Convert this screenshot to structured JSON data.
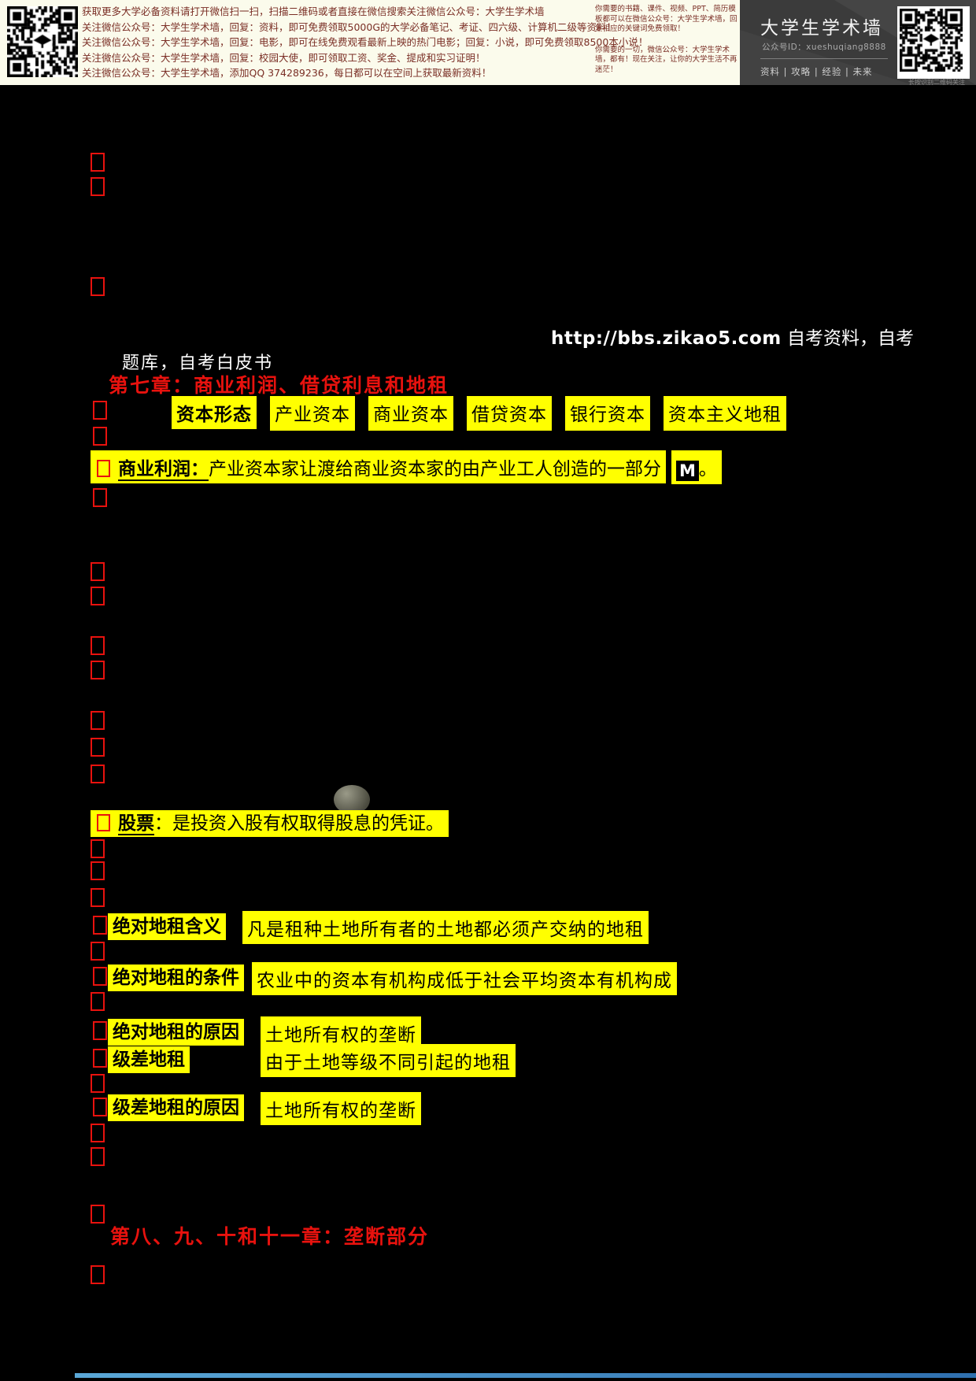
{
  "header": {
    "promo_lines": [
      "获取更多大学必备资料请打开微信扫一扫，扫描二维码或者直接在微信搜索关注微信公众号：大学生学术墙",
      "关注微信公众号：大学生学术墙，回复：资料，即可免费领取5000G的大学必备笔记、考证、四六级、计算机二级等资料！",
      "关注微信公众号：大学生学术墙，回复：电影，即可在线免费观看最新上映的热门电影；回复：小说，即可免费领取8500本小说！",
      "关注微信公众号：大学生学术墙，回复：校园大使，即可领取工资、奖金、提成和实习证明！",
      "关注微信公众号：大学生学术墙，添加QQ 374289236，每日都可以在空间上获取最新资料！"
    ],
    "side_note_top": "你需要的书籍、课件、视频、PPT、简历模板都可以在微信公众号：大学生学术墙，回复相应的关键词免费领取！",
    "side_note_bottom": "你需要的一切，微信公众号：大学生学术墙，都有！现在关注，让你的大学生活不再迷茫！",
    "card": {
      "title": "大学生学术墙",
      "account_id": "公众号ID：xueshuqiang8888",
      "tags": "资料 | 攻略 | 经验 | 未来",
      "qr_caption": "长按识别二维码关注"
    }
  },
  "page": {
    "site_url": "http://bbs.zikao5.com",
    "site_url_suffix": " 自考资料，自考",
    "site_url_line2": "题库，自考白皮书",
    "chapter7_heading": "第七章：商业利润、借贷利息和地租",
    "chapter8_heading": "第八、九、十和十一章：垄断部分"
  },
  "glossary": {
    "capital_forms_label": "资本形态",
    "capital_forms": [
      "产业资本",
      "商业资本",
      "借贷资本",
      "银行资本",
      "资本主义地租"
    ],
    "business_profit_term": "商业利润：",
    "business_profit_def": "产业资本家让渡给商业资本家的由产业工人创造的一部分",
    "business_profit_m": "M",
    "business_profit_end": "。",
    "stock_term": "股票",
    "stock_def": "：是投资入股有权取得股息的凭证。",
    "rent_rows": [
      {
        "term": "绝对地租含义",
        "def": "凡是租种土地所有者的土地都必须产交纳的地租"
      },
      {
        "term": "绝对地租的条件",
        "def": "农业中的资本有机构成低于社会平均资本有机构成"
      },
      {
        "term": "绝对地租的原因",
        "def": "土地所有权的垄断"
      },
      {
        "term": "级差地租",
        "def": "由于土地等级不同引起的地租"
      },
      {
        "term": "级差地租的原因",
        "def": "土地所有权的垄断"
      }
    ]
  },
  "colors": {
    "highlight_yellow": "#ffff00",
    "heading_red": "#e8120e",
    "glyph_box_red": "#e8120e",
    "header_background": "#fbfbec",
    "header_text": "#7a2e25",
    "brand_card_background": "#3b3b3b",
    "footer_blue": "#3d85c6"
  }
}
